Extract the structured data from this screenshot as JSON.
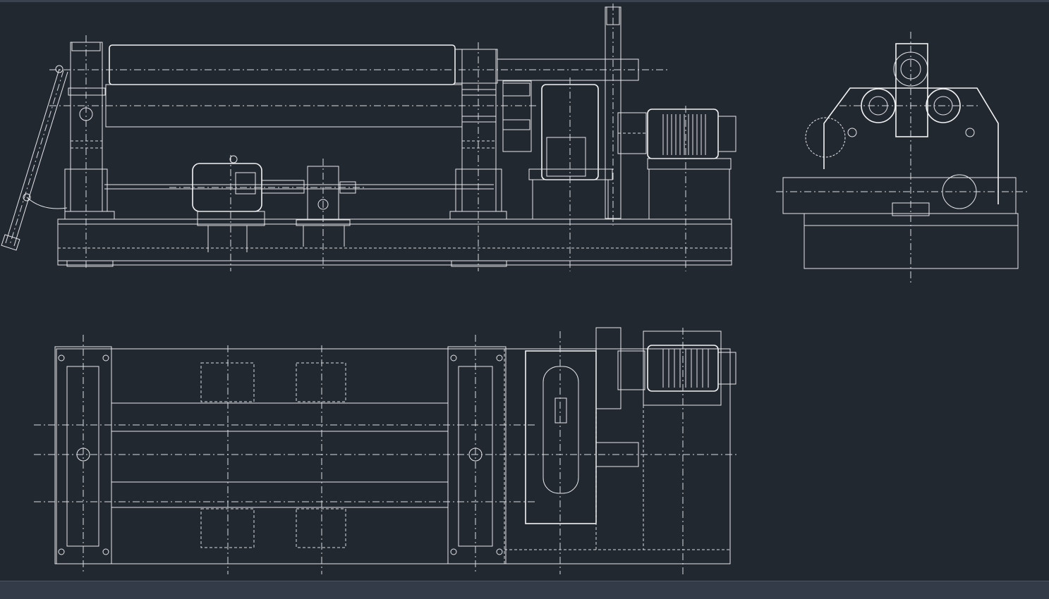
{
  "app": {
    "background_color": "#212830",
    "line_color": "#e6e8ea",
    "statusbar_color": "#343b48"
  },
  "views": [
    {
      "id": "front-elevation",
      "kind": "front view of three-roll plate bending machine"
    },
    {
      "id": "side-elevation",
      "kind": "side view"
    },
    {
      "id": "plan-view",
      "kind": "top view"
    }
  ]
}
